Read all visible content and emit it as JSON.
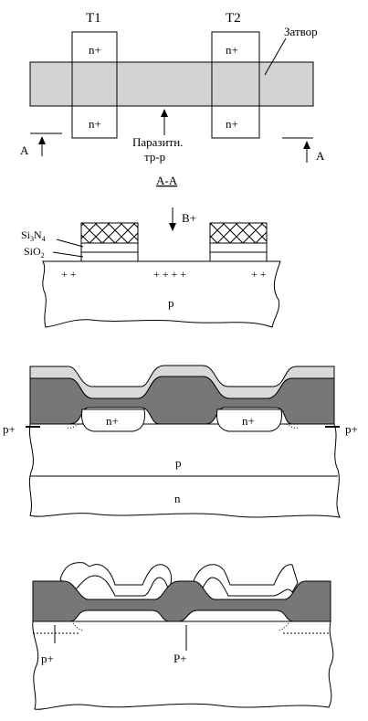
{
  "fig1": {
    "t1": "T1",
    "t2": "T2",
    "n_tl": "n+",
    "n_tr": "n+",
    "n_bl": "n+",
    "n_br": "n+",
    "gate": "Затвор",
    "parasitic_1": "Паразитн.",
    "parasitic_2": "тр-р",
    "a_left": "A",
    "a_right": "A",
    "section": "А-А"
  },
  "fig2": {
    "boron": "B+",
    "si3n4_main": "Si",
    "si3n4_sub1": "3",
    "si3n4_mid": "N",
    "si3n4_sub2": "4",
    "sio2_main": "SiO",
    "sio2_sub": "2",
    "plus_left": "+ +",
    "plus_mid": "+ + + +",
    "plus_right": "+ +",
    "p_label": "p"
  },
  "fig3": {
    "n_left": "n+",
    "n_right": "n+",
    "p_plus_left": "p+",
    "p_plus_right": "p+",
    "p_label": "p",
    "n_label": "n"
  },
  "fig4": {
    "p_plus_left": "p+",
    "p_plus_mid": "P+"
  },
  "colors": {
    "gate_fill": "#d3d3d3",
    "oxide_fill": "#777777",
    "nitride_fill": "#d9d9d9",
    "line": "#000000"
  }
}
